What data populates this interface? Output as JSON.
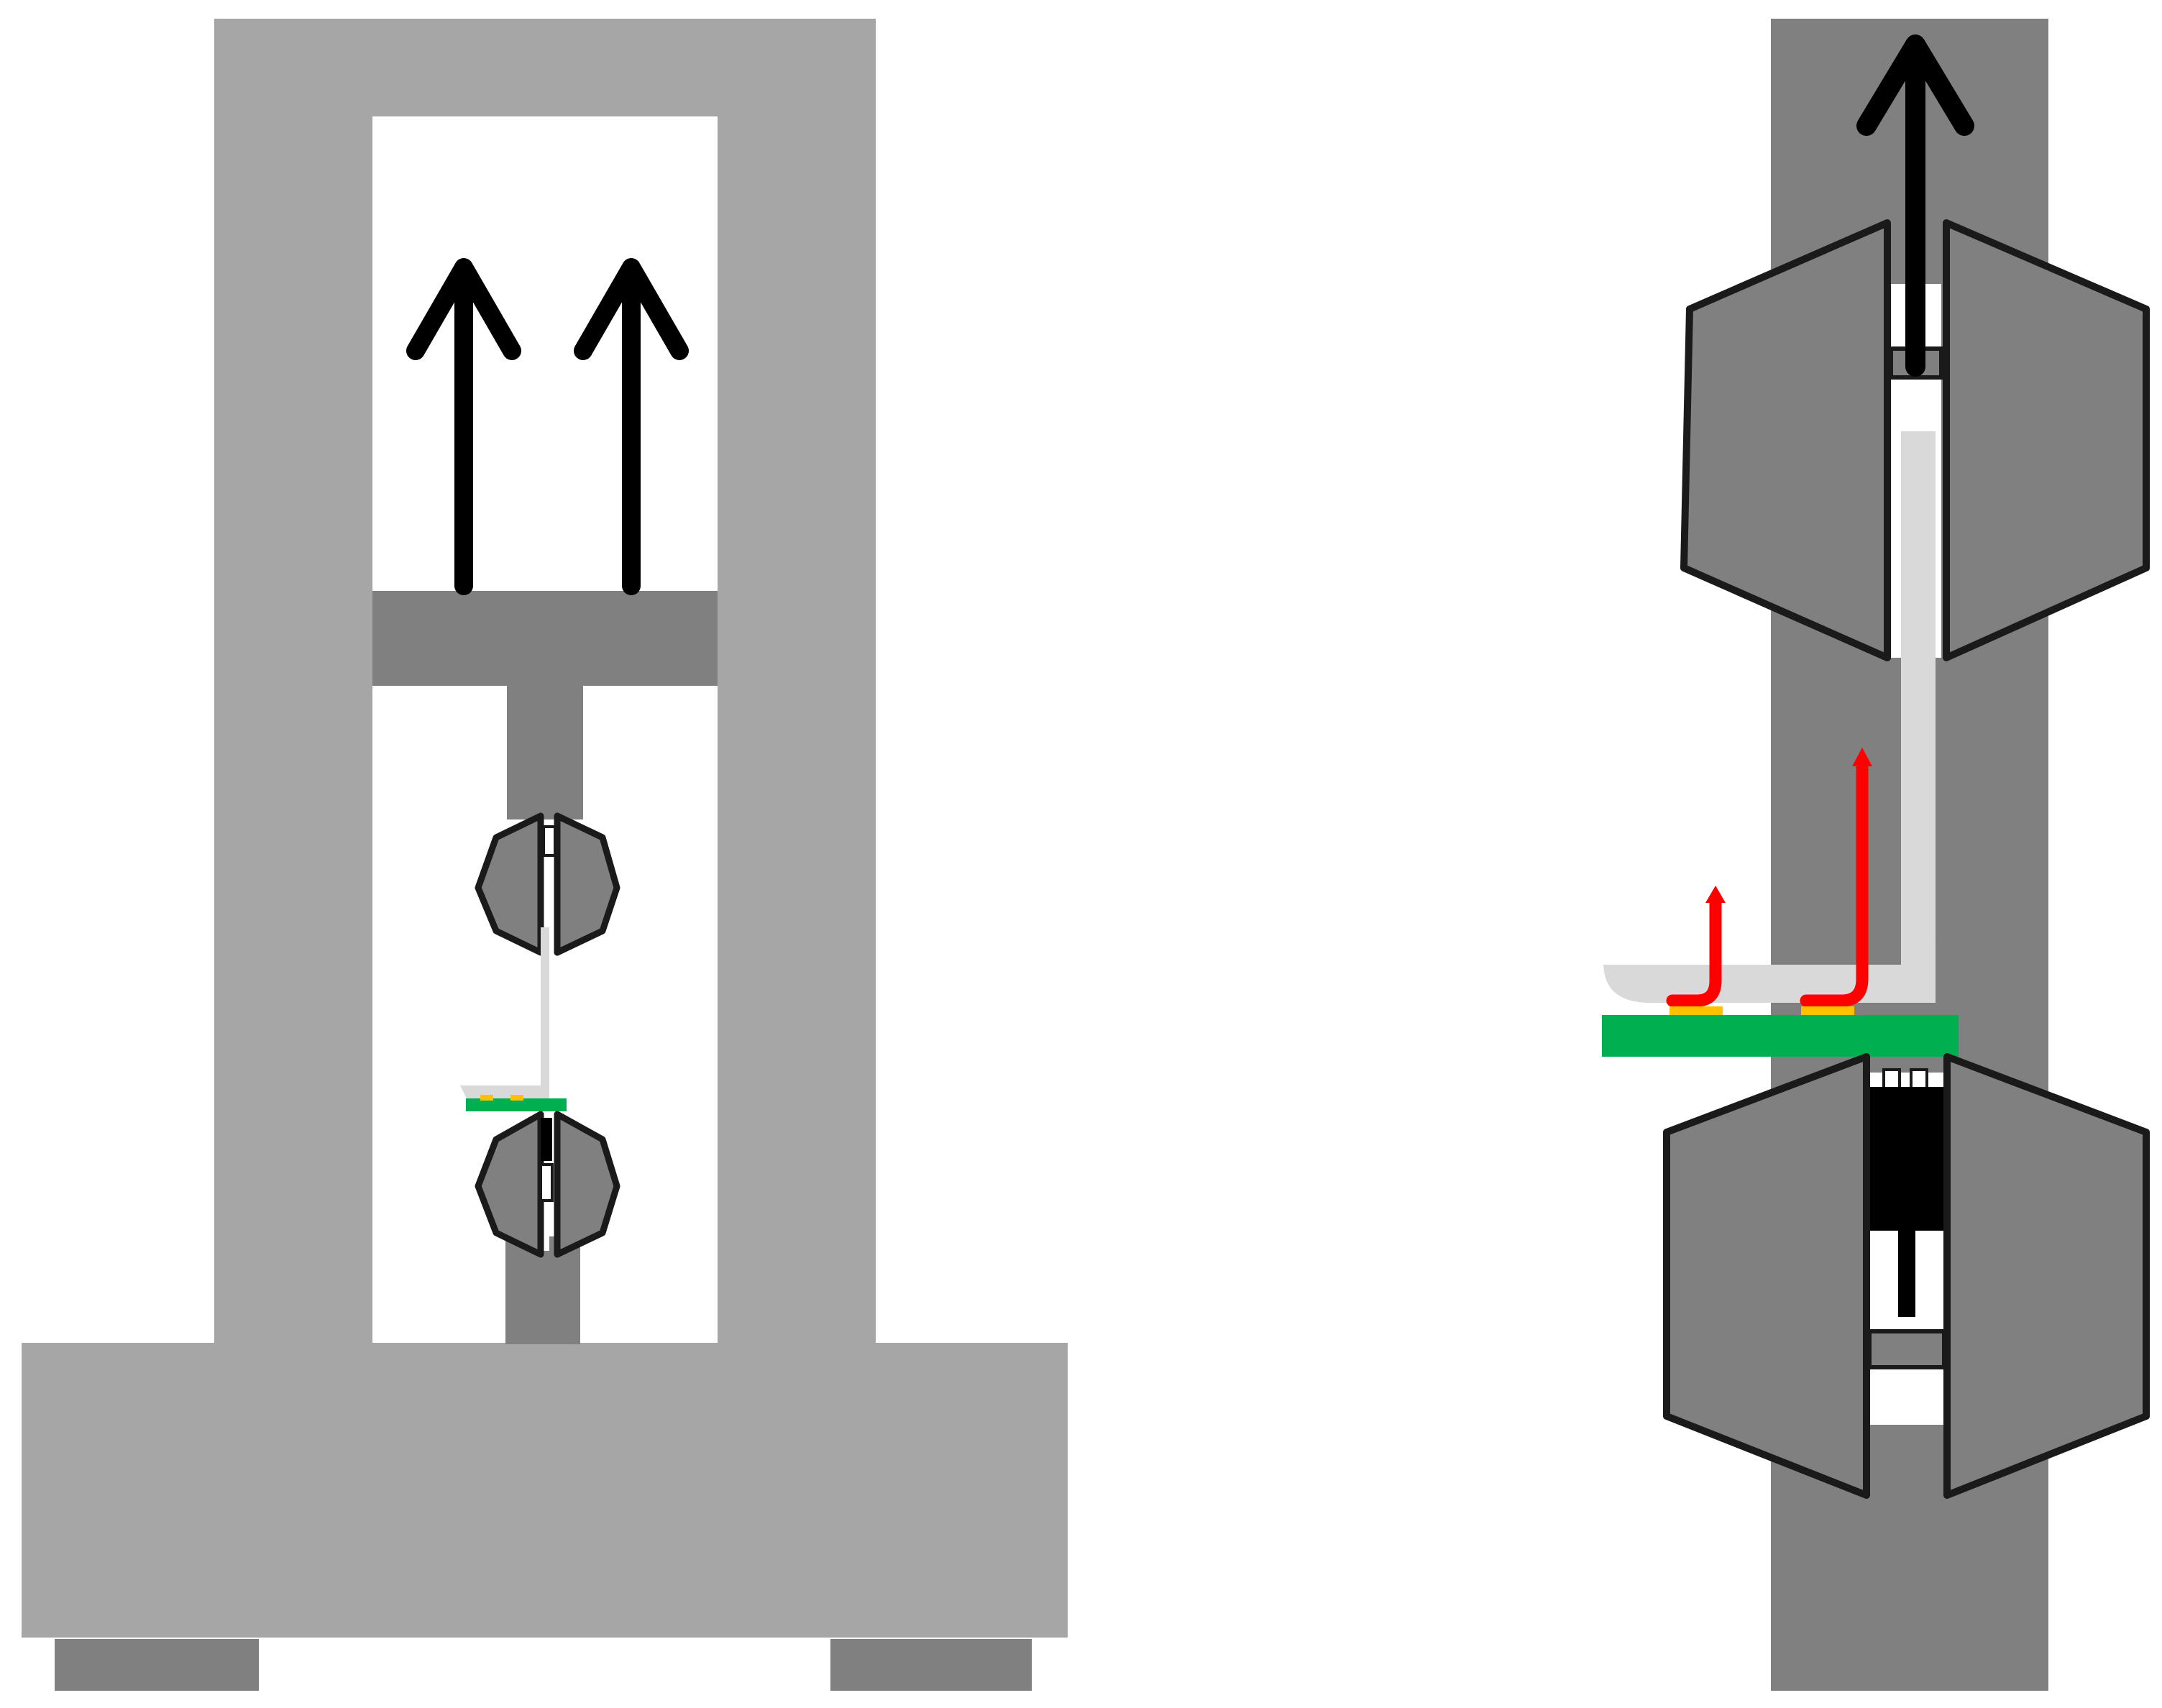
{
  "colors": {
    "background": "#ffffff",
    "frame": "#a6a6a6",
    "dark_part": "#808080",
    "outline": "#1a1a1a",
    "arrow": "#000000",
    "specimen": "#d9d9d9",
    "board": "#00b050",
    "solder": "#ffc000",
    "peel_arrow": "#ff0000"
  },
  "overview": {
    "name": "tensile-testing-machine",
    "arrows": [
      {
        "name": "pull-arrow-left-icon",
        "direction": "up"
      },
      {
        "name": "pull-arrow-right-icon",
        "direction": "up"
      }
    ]
  },
  "detail": {
    "name": "grip-and-specimen-detail",
    "pull_arrow": {
      "name": "pull-arrow-icon",
      "direction": "up"
    },
    "peel_arrows": [
      {
        "name": "peel-arrow-short-icon",
        "direction": "up"
      },
      {
        "name": "peel-arrow-long-icon",
        "direction": "up"
      }
    ]
  }
}
